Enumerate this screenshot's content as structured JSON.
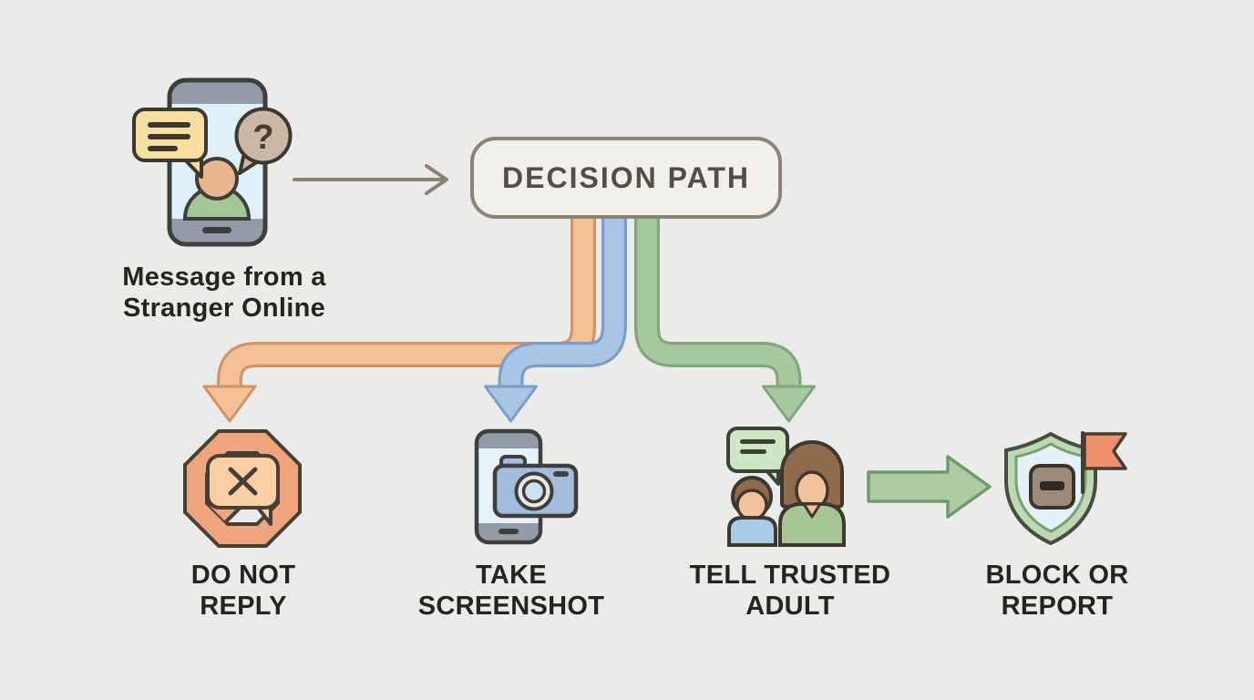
{
  "page": {
    "background_color": "#ebebe9",
    "text_color": "#26241f"
  },
  "source": {
    "icon": "smartphone-chat-icon",
    "label_line1": "Message from a",
    "label_line2": "Stranger Online"
  },
  "connector_arrow": {
    "color": "#8b8274",
    "style": "thin-open-arrow"
  },
  "decision_box": {
    "label": "DECISION PATH",
    "fill": "#f2f0ea",
    "border_color": "#8b8476",
    "text_color": "#544e46"
  },
  "question_mark": "?",
  "branches": [
    {
      "id": "do-not-reply",
      "path_color": "#f4c096",
      "path_border_color": "#d29367",
      "label_line1": "DO NOT",
      "label_line2": "REPLY",
      "icon": "no-reply-octagon-icon"
    },
    {
      "id": "take-screenshot",
      "path_color": "#a9c5e5",
      "path_border_color": "#7b9dc7",
      "label_line1": "TAKE",
      "label_line2": "SCREENSHOT",
      "icon": "phone-camera-icon"
    },
    {
      "id": "tell-trusted-adult",
      "path_color": "#a6c89f",
      "path_border_color": "#80a779",
      "label_line1": "TELL TRUSTED",
      "label_line2": "ADULT",
      "icon": "child-and-adult-icon"
    }
  ],
  "followup": {
    "arrow_color": "#accda4",
    "arrow_border_color": "#6f9a6a",
    "label_line1": "BLOCK OR",
    "label_line2": "REPORT",
    "icon": "shield-flag-icon"
  }
}
